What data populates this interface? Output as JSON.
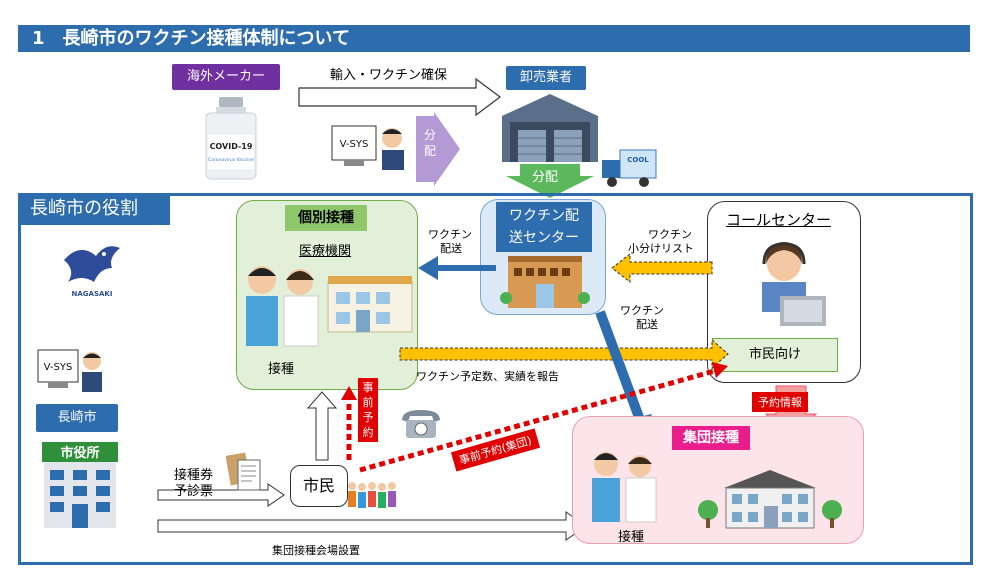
{
  "header": {
    "title": "1　長崎市のワクチン接種体制について"
  },
  "supply": {
    "manufacturer": "海外メーカー",
    "import_label": "輸入・ワクチン確保",
    "wholesaler": "卸売業者",
    "vsys": "V-SYS",
    "distribute_v": "分配",
    "distribute": "分配",
    "vial_text1": "COVID-19",
    "vial_text2": "Coronavirus Vaccine",
    "cool": "COOL"
  },
  "city": {
    "role_title": "長崎市の役割",
    "logo_text": "NAGASAKI",
    "vsys": "V-SYS",
    "city_tag": "長崎市",
    "city_hall": "市役所",
    "voucher1": "接種券",
    "voucher2": "予診票",
    "citizen": "市民",
    "group_venue": "集団接種会場設置"
  },
  "individual": {
    "title": "個別接種",
    "institution": "医療機関",
    "inoculation": "接種",
    "vaccine_delivery1": "ワクチン",
    "vaccine_delivery2": "配送"
  },
  "center": {
    "title1": "ワクチン配",
    "title2": "送センター",
    "list1": "ワクチン",
    "list2": "小分けリスト",
    "delivery1": "ワクチン",
    "delivery2": "配送",
    "report": "ワクチン予定数、実績を報告"
  },
  "call": {
    "title": "コールセンター",
    "for_citizens": "市民向け",
    "reservation_info": "予約情報"
  },
  "reserve": {
    "advance_vertical": [
      "事",
      "前",
      "予",
      "約"
    ],
    "advance_group": "事前予約(集団)"
  },
  "group": {
    "title": "集団接種",
    "inoculation": "接種"
  },
  "colors": {
    "blue": "#2e6dad",
    "purple": "#7030a0",
    "green": "#70ad47",
    "red": "#e00000",
    "yellow": "#ffc000",
    "magenta": "#e91e8c"
  }
}
